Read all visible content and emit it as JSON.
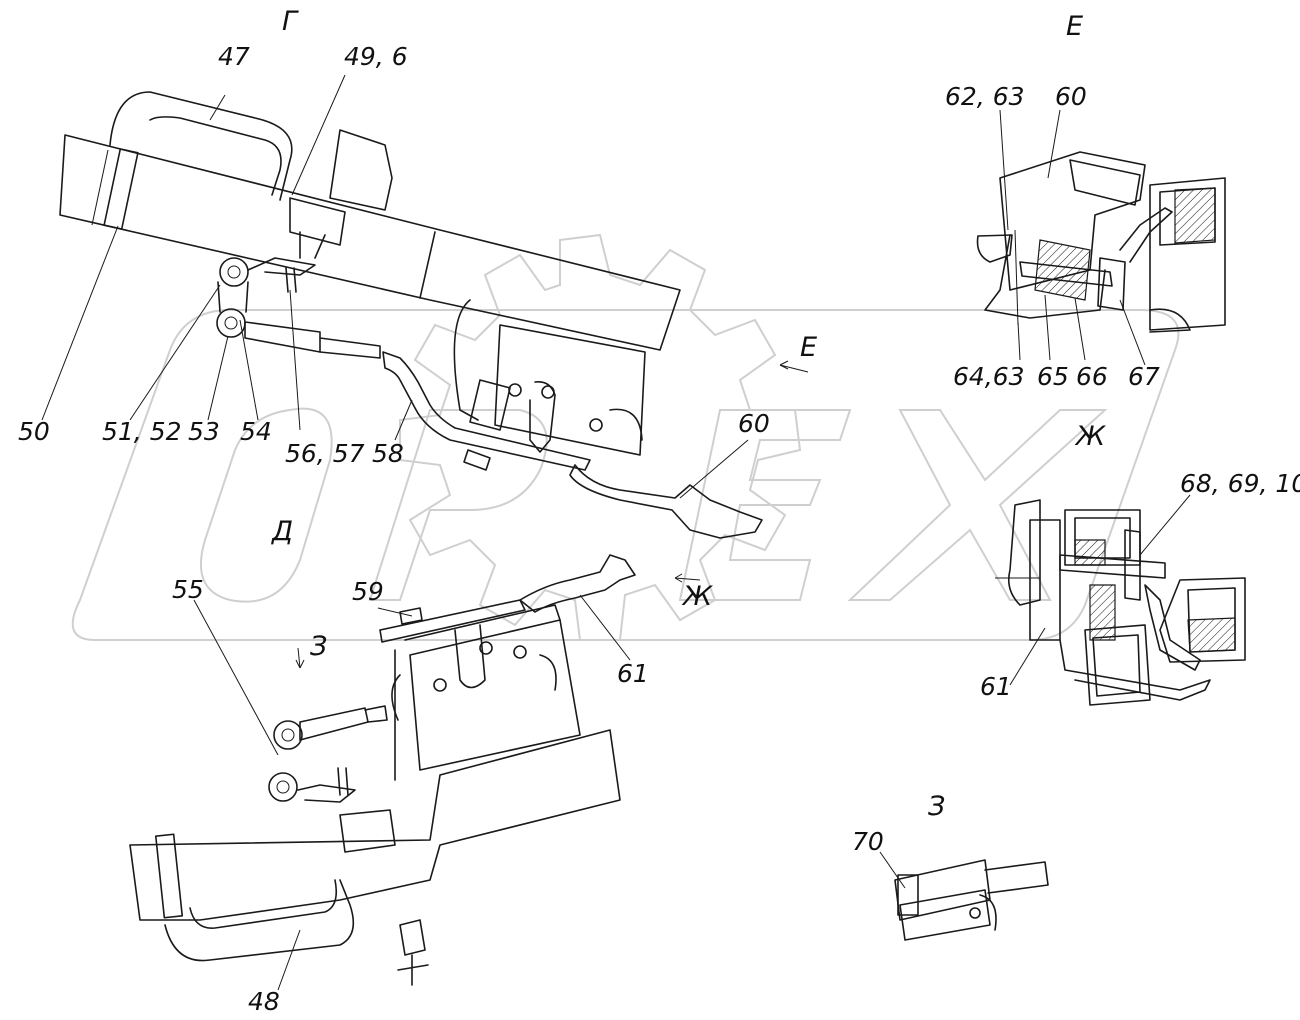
{
  "drawing": {
    "views": [
      {
        "id": "G",
        "text": "Г"
      },
      {
        "id": "E",
        "text": "Е"
      },
      {
        "id": "E-arrow",
        "text": "Е"
      },
      {
        "id": "D",
        "text": "Д"
      },
      {
        "id": "ZH",
        "text": "Ж"
      },
      {
        "id": "ZH-arrow",
        "text": "Ж"
      },
      {
        "id": "Z-arrow",
        "text": "З"
      },
      {
        "id": "Z",
        "text": "З"
      }
    ],
    "labels": [
      {
        "id": "47",
        "text": "47"
      },
      {
        "id": "49-6",
        "text": "49, 6"
      },
      {
        "id": "50",
        "text": "50"
      },
      {
        "id": "51-52",
        "text": "51, 52"
      },
      {
        "id": "53",
        "text": "53"
      },
      {
        "id": "54",
        "text": "54"
      },
      {
        "id": "56-57",
        "text": "56, 57"
      },
      {
        "id": "58",
        "text": "58"
      },
      {
        "id": "60a",
        "text": "60"
      },
      {
        "id": "55",
        "text": "55"
      },
      {
        "id": "59",
        "text": "59"
      },
      {
        "id": "61a",
        "text": "61"
      },
      {
        "id": "48",
        "text": "48"
      },
      {
        "id": "62-63",
        "text": "62, 63"
      },
      {
        "id": "60b",
        "text": "60"
      },
      {
        "id": "64-63",
        "text": "64,63"
      },
      {
        "id": "65",
        "text": "65"
      },
      {
        "id": "66",
        "text": "66"
      },
      {
        "id": "67",
        "text": "67"
      },
      {
        "id": "68-69-10",
        "text": "68, 69, 10"
      },
      {
        "id": "61b",
        "text": "61"
      },
      {
        "id": "70",
        "text": "70"
      }
    ],
    "watermark": "OPEX"
  }
}
